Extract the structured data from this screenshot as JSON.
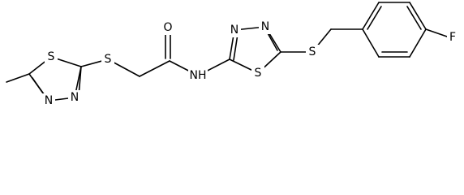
{
  "molecule": {
    "atoms": [
      {
        "id": "ms1",
        "label": "S"
      },
      {
        "id": "mn1",
        "label": "N"
      },
      {
        "id": "mn2",
        "label": "N"
      },
      {
        "id": "sl",
        "label": "S"
      },
      {
        "id": "o",
        "label": "O"
      },
      {
        "id": "nh",
        "label": "NH"
      },
      {
        "id": "bn1",
        "label": "N"
      },
      {
        "id": "bn2",
        "label": "N"
      },
      {
        "id": "bs1",
        "label": "S"
      },
      {
        "id": "sr",
        "label": "S"
      },
      {
        "id": "f",
        "label": "F"
      }
    ]
  },
  "colors": {
    "bond": "#000000",
    "label": "#000000",
    "background": "#ffffff"
  }
}
